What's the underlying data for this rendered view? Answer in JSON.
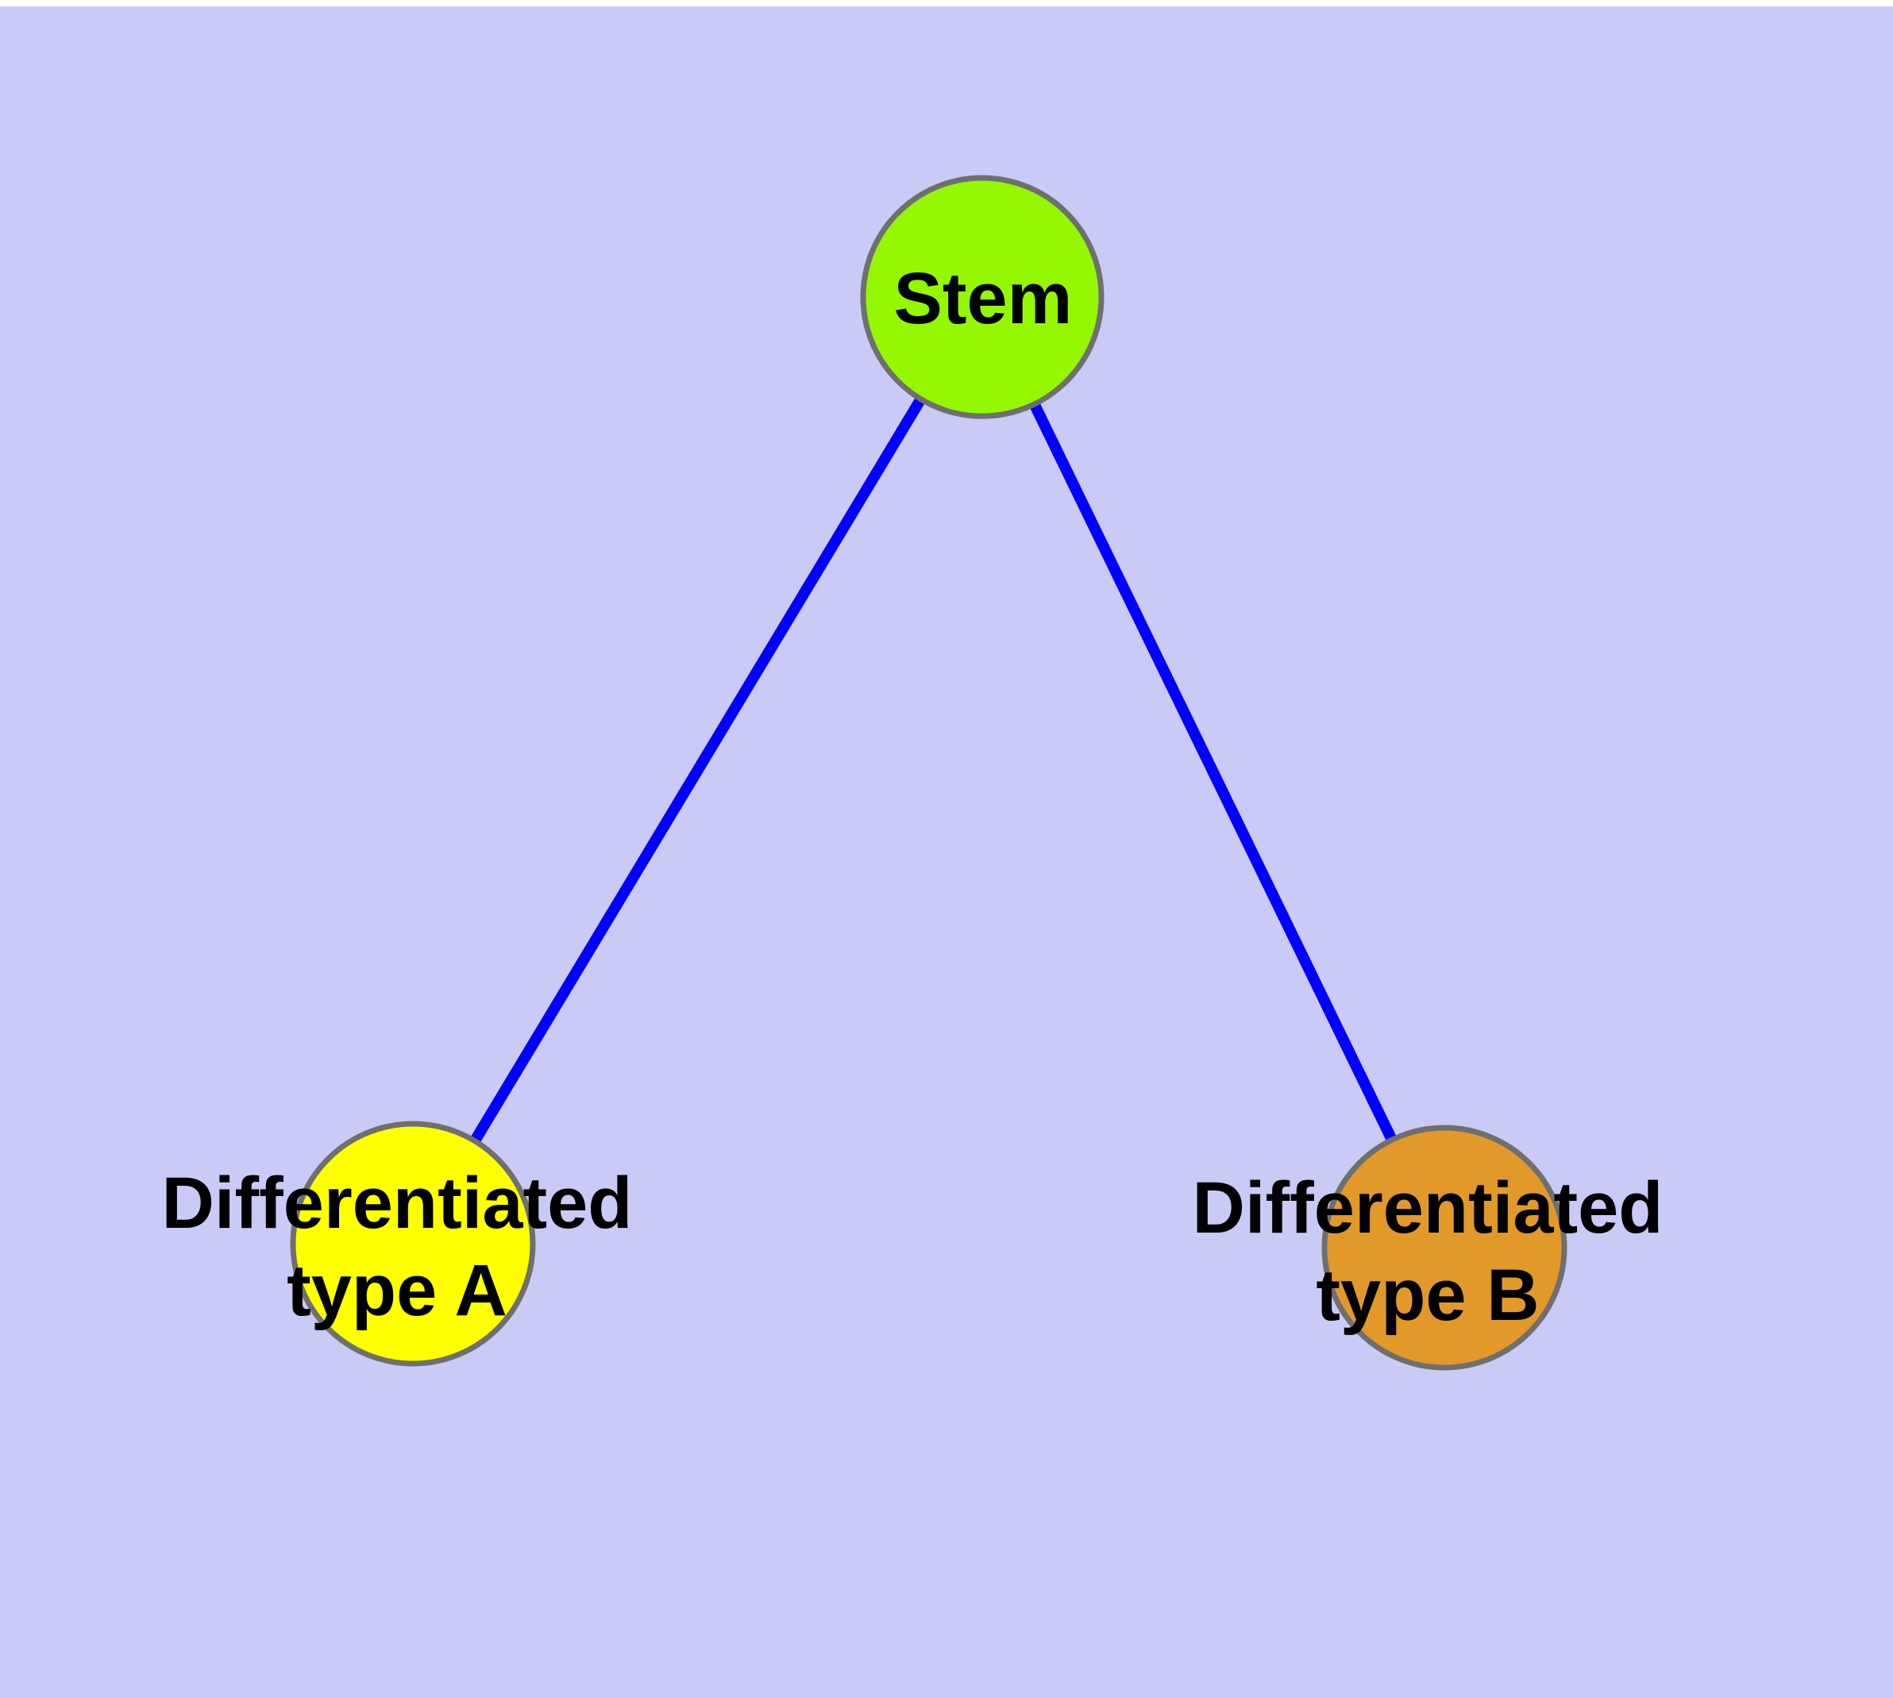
{
  "diagram": {
    "background_color": "#CACAF6",
    "margin_color": "#FFFFFF",
    "edge_color": "#0000FF",
    "node_border_color": "#6F6F6F",
    "text_color": "#000000",
    "nodes": [
      {
        "id": "stem",
        "label": "Stem",
        "fill": "#94F802"
      },
      {
        "id": "differentiated-type-a",
        "label": "Differentiated\ntype A",
        "fill": "#FFFF00"
      },
      {
        "id": "differentiated-type-b",
        "label": "Differentiated\ntype B",
        "fill": "#E2992A"
      }
    ],
    "edges": [
      {
        "from": "stem",
        "to": "differentiated-type-a"
      },
      {
        "from": "stem",
        "to": "differentiated-type-b"
      }
    ]
  }
}
